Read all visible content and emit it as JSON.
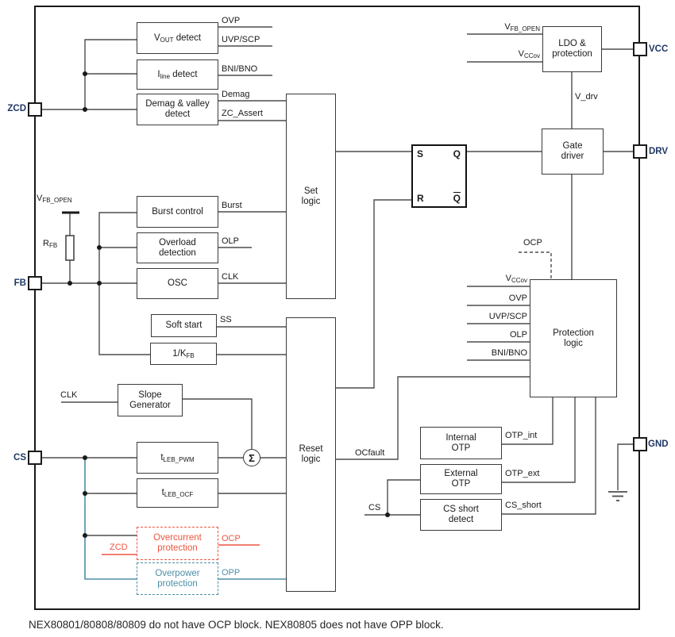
{
  "caption": "NEX80801/80808/80809 do not have OCP block. NEX80805 does not have OPP block.",
  "colors": {
    "red": "#EE5540",
    "teal": "#4E8FA6",
    "navy": "#1F3864",
    "wire": "#4D4D4D"
  },
  "pins": {
    "zcd": "ZCD",
    "fb": "FB",
    "cs": "CS",
    "vcc": "VCC",
    "drv": "DRV",
    "gnd": "GND"
  },
  "blocks": {
    "vout_detect": {
      "pre": "V",
      "sub": "OUT",
      "post": " detect"
    },
    "iline_detect": {
      "pre": "I",
      "sub": "line",
      "post": " detect"
    },
    "demag_valley": {
      "line1": "Demag & valley",
      "line2": "detect"
    },
    "burst_control": {
      "label": "Burst control"
    },
    "overload_detection": {
      "line1": "Overload",
      "line2": "detection"
    },
    "osc": {
      "label": "OSC"
    },
    "soft_start": {
      "label": "Soft start"
    },
    "inv_kfb": {
      "pre": "1/K",
      "sub": "FB"
    },
    "slope_generator": {
      "line1": "Slope",
      "line2": "Generator"
    },
    "tleb_pwm": {
      "pre": "t",
      "sub": "LEB_PWM"
    },
    "tleb_ocf": {
      "pre": "t",
      "sub": "LEB_OCF"
    },
    "overcurrent": {
      "line1": "Overcurrent",
      "line2": "protection"
    },
    "overpower": {
      "line1": "Overpower",
      "line2": "protection"
    },
    "set_logic": {
      "line1": "Set",
      "line2": "logic"
    },
    "reset_logic": {
      "line1": "Reset",
      "line2": "logic"
    },
    "gate_driver": {
      "line1": "Gate",
      "line2": "driver"
    },
    "ldo_protection": {
      "line1": "LDO &",
      "line2": "protection"
    },
    "protection_logic": {
      "line1": "Protection",
      "line2": "logic"
    },
    "internal_otp": {
      "line1": "Internal",
      "line2": "OTP"
    },
    "external_otp": {
      "line1": "External",
      "line2": "OTP"
    },
    "cs_short_detect": {
      "line1": "CS short",
      "line2": "detect"
    }
  },
  "latch": {
    "s": "S",
    "q": "Q",
    "r": "R",
    "qbar": "Q"
  },
  "sigma": "Σ",
  "signals": {
    "ovp": "OVP",
    "uvp_scp": "UVP/SCP",
    "bni_bno": "BNI/BNO",
    "demag": "Demag",
    "zc_assert": "ZC_Assert",
    "burst": "Burst",
    "olp": "OLP",
    "clk": "CLK",
    "ss": "SS",
    "vfb_open": {
      "pre": "V",
      "sub": "FB_OPEN"
    },
    "rfb": {
      "pre": "R",
      "sub": "FB"
    },
    "vccov": {
      "pre": "V",
      "sub": "CCov"
    },
    "v_drv": "V_drv",
    "ocp": "OCP",
    "opp": "OPP",
    "zcd": "ZCD",
    "cs": "CS",
    "ocfault": "OCfault",
    "otp_int": "OTP_int",
    "otp_ext": "OTP_ext",
    "cs_short": "CS_short"
  }
}
